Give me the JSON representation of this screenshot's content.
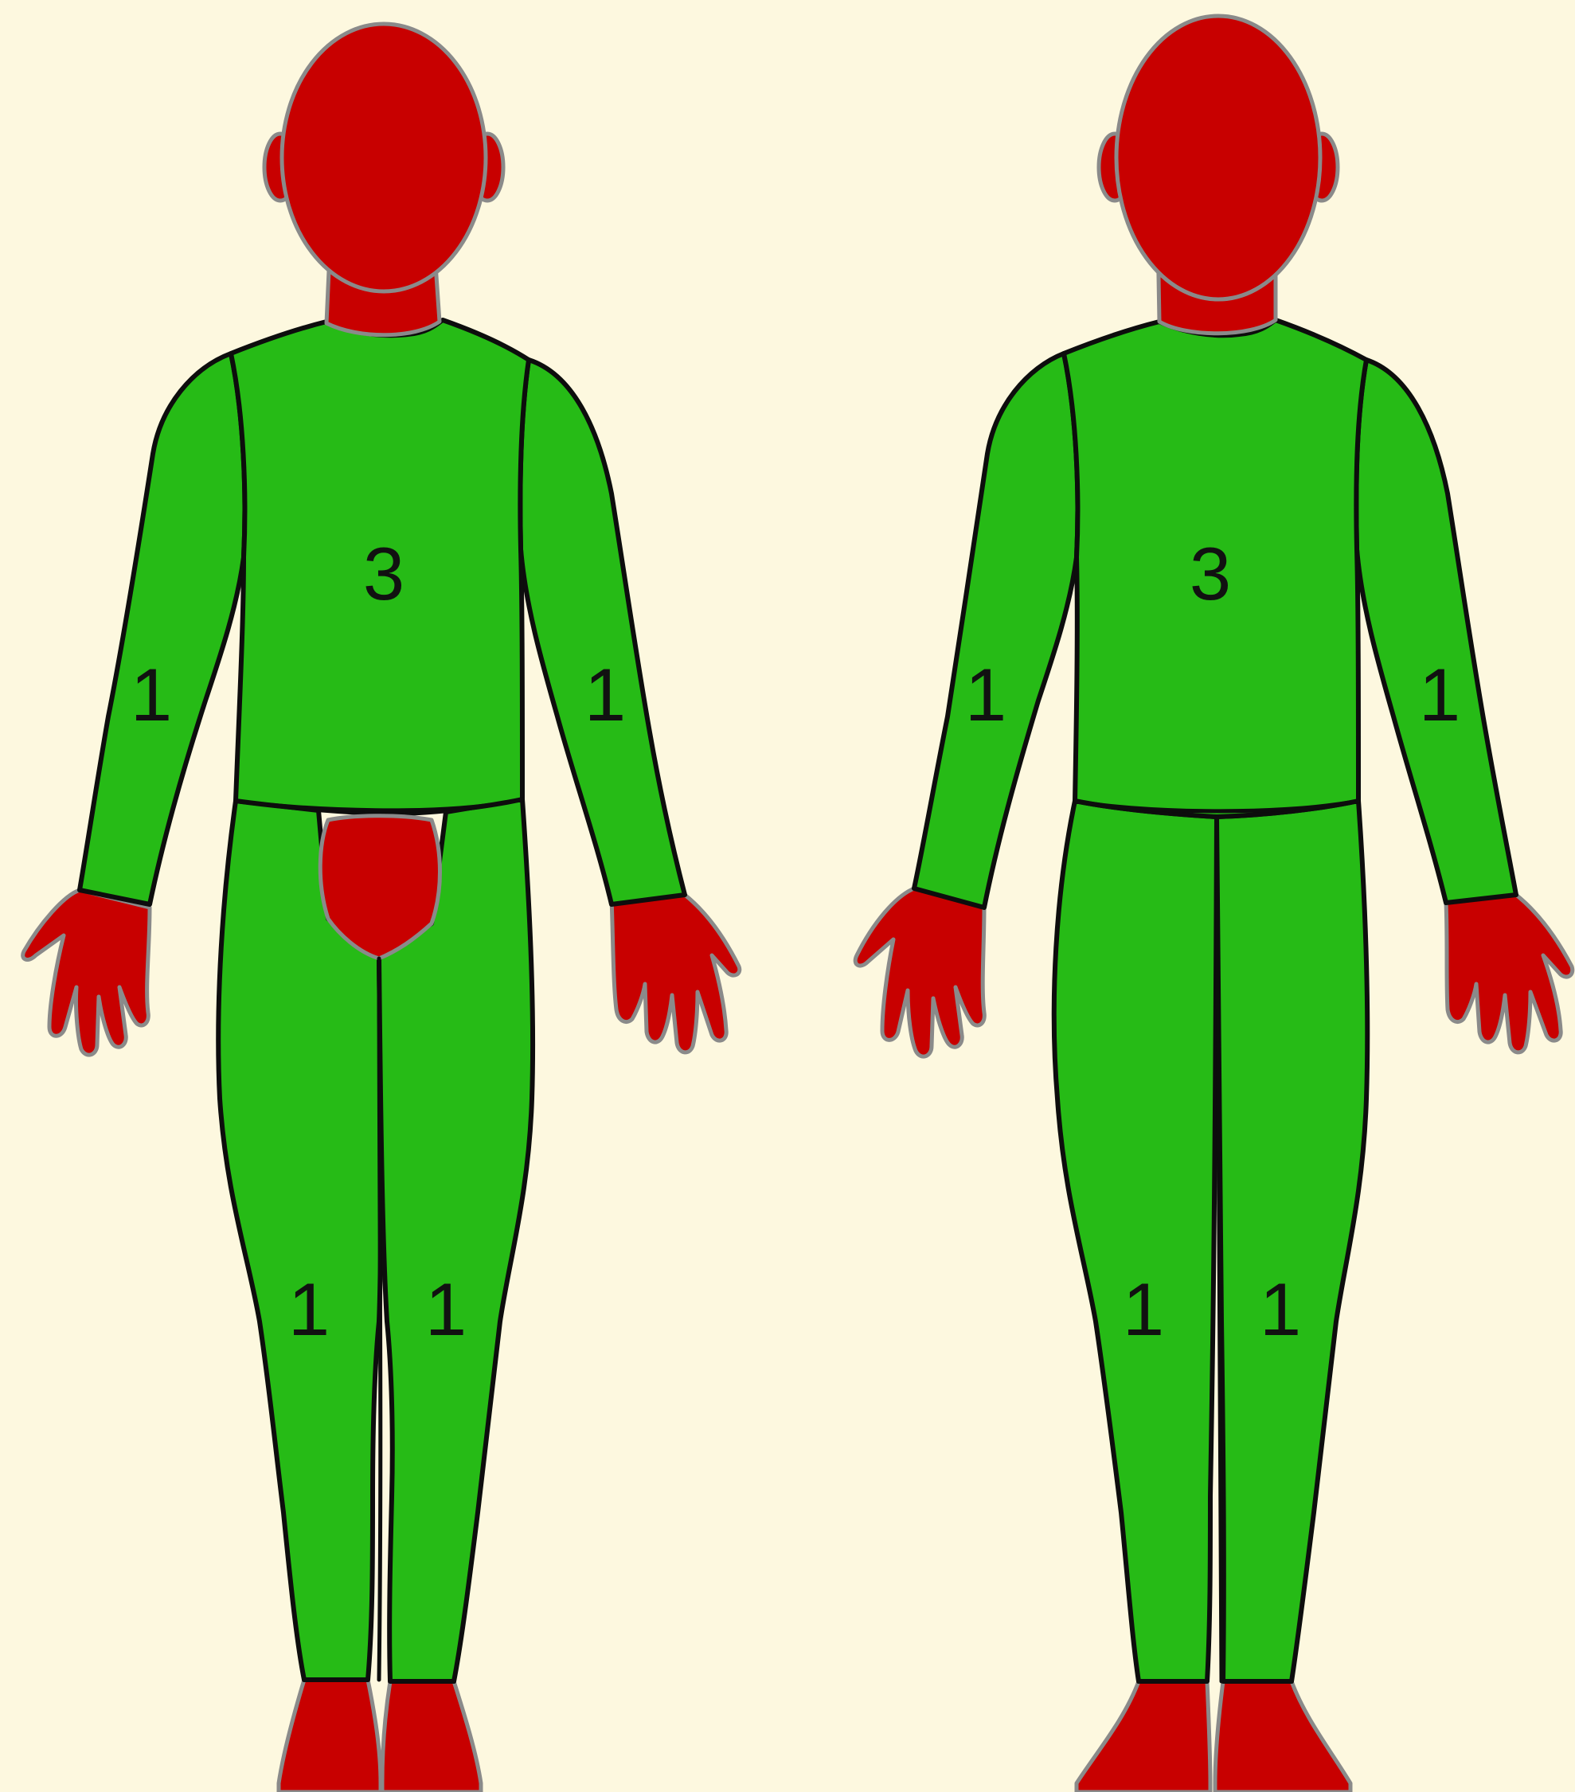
{
  "colors": {
    "background": "#fdf8df",
    "scored_region": "#26bb16",
    "excluded_region": "#c80000"
  },
  "figures": [
    {
      "view": "front",
      "labels": {
        "trunk": "3",
        "left_arm": "1",
        "right_arm": "1",
        "left_leg": "1",
        "right_leg": "1"
      }
    },
    {
      "view": "back",
      "labels": {
        "trunk": "3",
        "left_arm": "1",
        "right_arm": "1",
        "left_leg": "1",
        "right_leg": "1"
      }
    }
  ]
}
